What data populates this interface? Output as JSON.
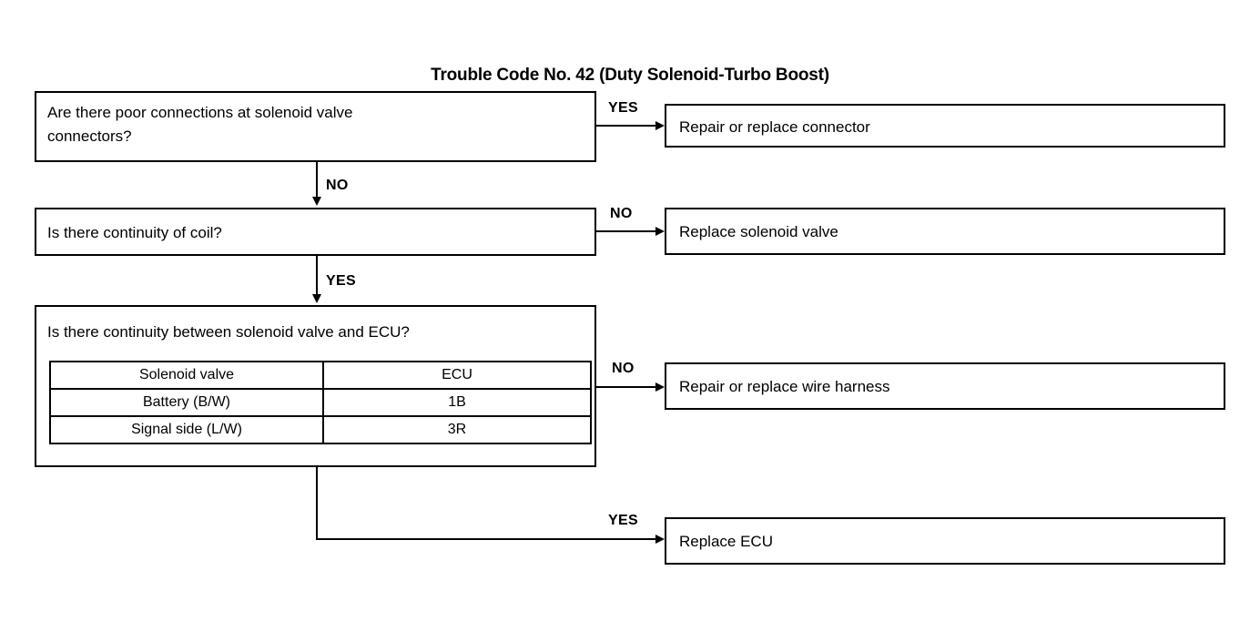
{
  "title": "Trouble Code No. 42 (Duty Solenoid-Turbo Boost)",
  "nodes": {
    "q1": {
      "text": "Are there poor connections at solenoid valve\nconnectors?"
    },
    "q2": {
      "text": "Is there continuity of coil?"
    },
    "q3": {
      "text": "Is there continuity between solenoid valve and ECU?"
    },
    "a1": {
      "text": "Repair or replace connector"
    },
    "a2": {
      "text": "Replace solenoid valve"
    },
    "a3": {
      "text": "Repair or replace wire harness"
    },
    "a4": {
      "text": "Replace ECU"
    }
  },
  "spec_table": {
    "headers": [
      "Solenoid valve",
      "ECU"
    ],
    "rows": [
      [
        "Battery (B/W)",
        "1B"
      ],
      [
        "Signal side (L/W)",
        "3R"
      ]
    ]
  },
  "edges": {
    "q1_yes": "YES",
    "q1_no": "NO",
    "q2_no": "NO",
    "q2_yes": "YES",
    "q3_no": "NO",
    "q3_yes": "YES"
  },
  "colors": {
    "stroke": "#000000",
    "background": "#ffffff",
    "text": "#000000"
  }
}
